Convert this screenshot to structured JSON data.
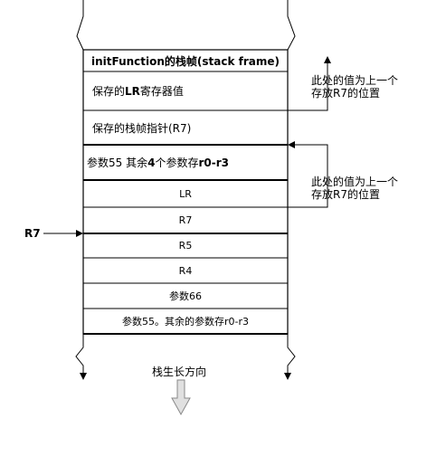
{
  "frame": {
    "title": "initFunction的栈帧(stack frame)",
    "rows": {
      "saved_lr_prefix": "保存的",
      "saved_lr_bold": "LR",
      "saved_lr_suffix": "寄存器值",
      "saved_fp": "保存的栈帧指针(R7)",
      "arg55_prefix": "参数55 其余",
      "arg55_bold1": "4",
      "arg55_mid": "个参数存",
      "arg55_bold2": "r0-r3"
    }
  },
  "stack": {
    "rows": [
      "LR",
      "R7",
      "R5",
      "R4",
      "参数66",
      "参数55。其余的参数存r0-r3"
    ]
  },
  "notes": {
    "top_line1": "此处的值为上一个",
    "top_line2": "存放R7的位置",
    "mid_line1": "此处的值为上一个",
    "mid_line2": "存放R7的位置"
  },
  "pointer_label": "R7",
  "growth_label": "栈生长方向"
}
